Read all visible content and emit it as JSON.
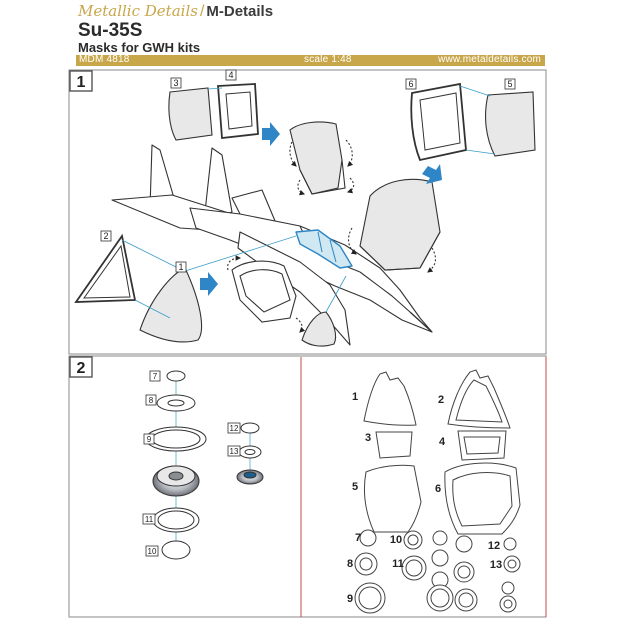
{
  "header": {
    "brand_script": "Metallic Details",
    "brand_slash": "/",
    "brand_name": "M-Details",
    "title": "Su-35S",
    "subtitle": "Masks for GWH kits"
  },
  "band": {
    "code": "MDM 4818",
    "scale": "scale 1:48",
    "url": "www.metaldetails.com"
  },
  "steps": {
    "step1": "1",
    "step2": "2"
  },
  "step1_parts": [
    "1",
    "2",
    "3",
    "4",
    "5",
    "6"
  ],
  "step2_parts": [
    "7",
    "8",
    "9",
    "10",
    "11",
    "12",
    "13"
  ],
  "sheet_labels": [
    "1",
    "2",
    "3",
    "4",
    "5",
    "6",
    "7",
    "8",
    "9",
    "10",
    "11",
    "12",
    "13"
  ],
  "colors": {
    "gold": "#c8a64a",
    "arrow": "#2f86c6",
    "accent_line": "#3a9ec8",
    "divider": "#c44848",
    "canopy_tint": "#cfe8f2"
  }
}
